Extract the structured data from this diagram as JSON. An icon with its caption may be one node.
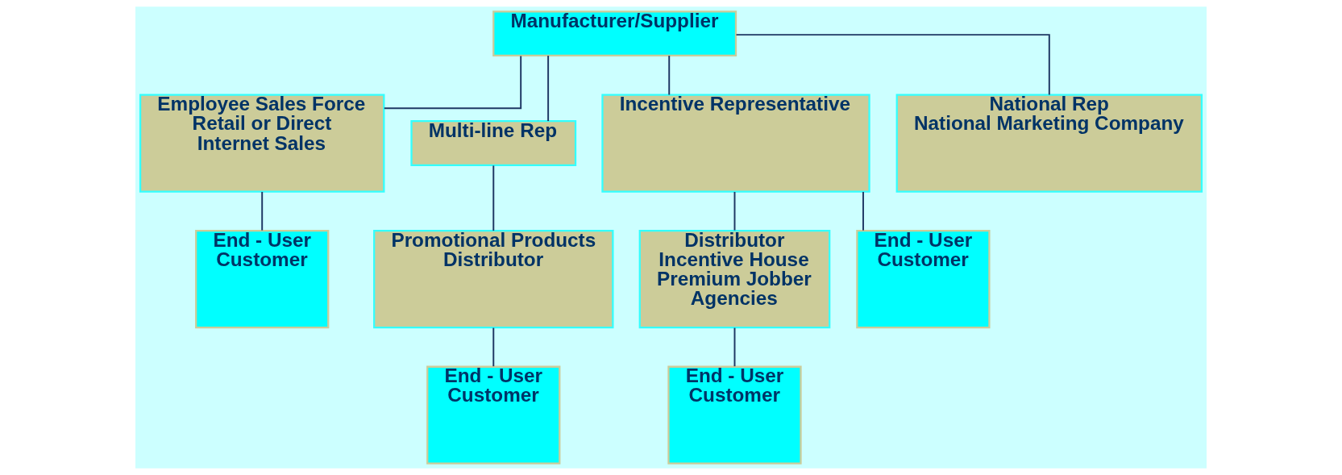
{
  "diagram": {
    "nodes": [
      {
        "text": [
          "Manufacturer/Supplier"
        ]
      },
      {
        "text": [
          "Employee Sales Force",
          "Retail or Direct",
          "Internet Sales"
        ]
      },
      {
        "text": [
          "Multi-line Rep"
        ]
      },
      {
        "text": [
          "Incentive Representative"
        ]
      },
      {
        "text": [
          "National Rep",
          "National Marketing Company"
        ]
      },
      {
        "text": [
          "End - User",
          "Customer"
        ]
      },
      {
        "text": [
          "Promotional Products",
          "Distributor"
        ]
      },
      {
        "text": [
          "Distributor",
          "Incentive House",
          "Premium Jobber",
          "Agencies"
        ]
      },
      {
        "text": [
          "End - User",
          "Customer"
        ]
      },
      {
        "text": [
          "End - User",
          "Customer"
        ]
      },
      {
        "text": [
          "End - User",
          "Customer"
        ]
      }
    ],
    "edges": [
      {
        "from": 0,
        "to": 1,
        "arrow": "none"
      },
      {
        "from": 0,
        "to": 2,
        "arrow": "none"
      },
      {
        "from": 0,
        "to": 3,
        "arrow": "none"
      },
      {
        "from": 0,
        "to": 4,
        "arrow": "none"
      },
      {
        "from": 1,
        "to": 5,
        "arrow": "none"
      },
      {
        "from": 2,
        "to": 6,
        "arrow": "none"
      },
      {
        "from": 3,
        "to": 7,
        "arrow": "none"
      },
      {
        "from": 3,
        "to": 8,
        "arrow": "none"
      },
      {
        "from": 6,
        "to": 9,
        "arrow": "none"
      },
      {
        "from": 7,
        "to": 10,
        "arrow": "none"
      }
    ]
  }
}
